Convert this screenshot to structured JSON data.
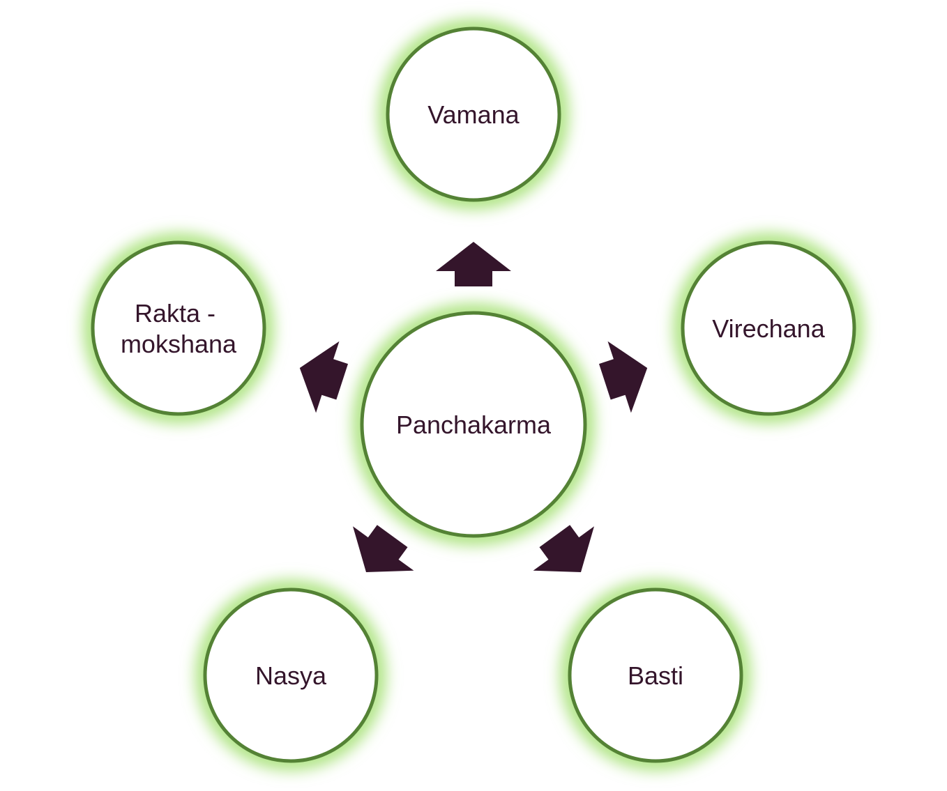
{
  "diagram": {
    "center": {
      "label": "Panchakarma"
    },
    "nodes": [
      {
        "id": "vamana",
        "label_lines": [
          "Vamana"
        ]
      },
      {
        "id": "virechana",
        "label_lines": [
          "Virechana"
        ]
      },
      {
        "id": "basti",
        "label_lines": [
          "Basti"
        ]
      },
      {
        "id": "nasya",
        "label_lines": [
          "Nasya"
        ]
      },
      {
        "id": "raktamokshana",
        "label_lines": [
          "Rakta -",
          "mokshana"
        ]
      }
    ]
  },
  "colors": {
    "ring": "#548235",
    "glow": "#a9e27a",
    "arrow": "#34152b",
    "text": "#34152b",
    "fill": "#ffffff"
  }
}
